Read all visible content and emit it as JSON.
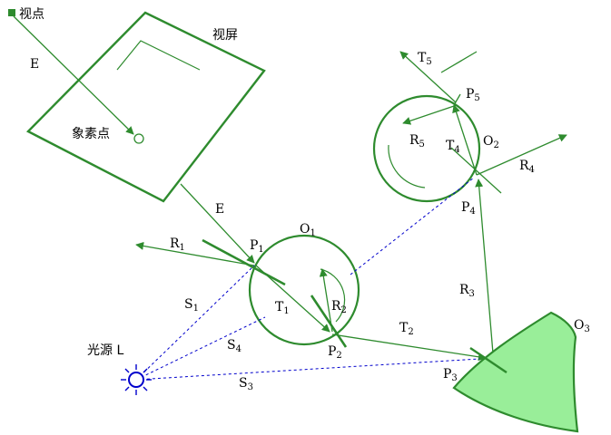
{
  "labels": {
    "viewpoint": "视点",
    "screen": "视屏",
    "pixel": "象素点",
    "light": "光源 L",
    "eye_ray_1": "E",
    "eye_ray_2": "E",
    "o1": {
      "base": "O",
      "sub": "1"
    },
    "o2": {
      "base": "O",
      "sub": "2"
    },
    "o3": {
      "base": "O",
      "sub": "3"
    },
    "p1": {
      "base": "P",
      "sub": "1"
    },
    "p2": {
      "base": "P",
      "sub": "2"
    },
    "p3": {
      "base": "P",
      "sub": "3"
    },
    "p4": {
      "base": "P",
      "sub": "4"
    },
    "p5": {
      "base": "P",
      "sub": "5"
    },
    "r1": {
      "base": "R",
      "sub": "1"
    },
    "r2": {
      "base": "R",
      "sub": "2"
    },
    "r3": {
      "base": "R",
      "sub": "3"
    },
    "r4": {
      "base": "R",
      "sub": "4"
    },
    "r5": {
      "base": "R",
      "sub": "5"
    },
    "t1": {
      "base": "T",
      "sub": "1"
    },
    "t2": {
      "base": "T",
      "sub": "2"
    },
    "t4": {
      "base": "T",
      "sub": "4"
    },
    "t5": {
      "base": "T",
      "sub": "5"
    },
    "s1": {
      "base": "S",
      "sub": "1"
    },
    "s3": {
      "base": "S",
      "sub": "3"
    },
    "s4": {
      "base": "S",
      "sub": "4"
    }
  },
  "colors": {
    "ray": "#2e8b2e",
    "outline": "#2e8b2e",
    "shadow_ray": "#0000cc",
    "object_fill": "#99ee99",
    "light_source": "#0000cc",
    "viewpoint_marker": "#2e8b2e"
  }
}
